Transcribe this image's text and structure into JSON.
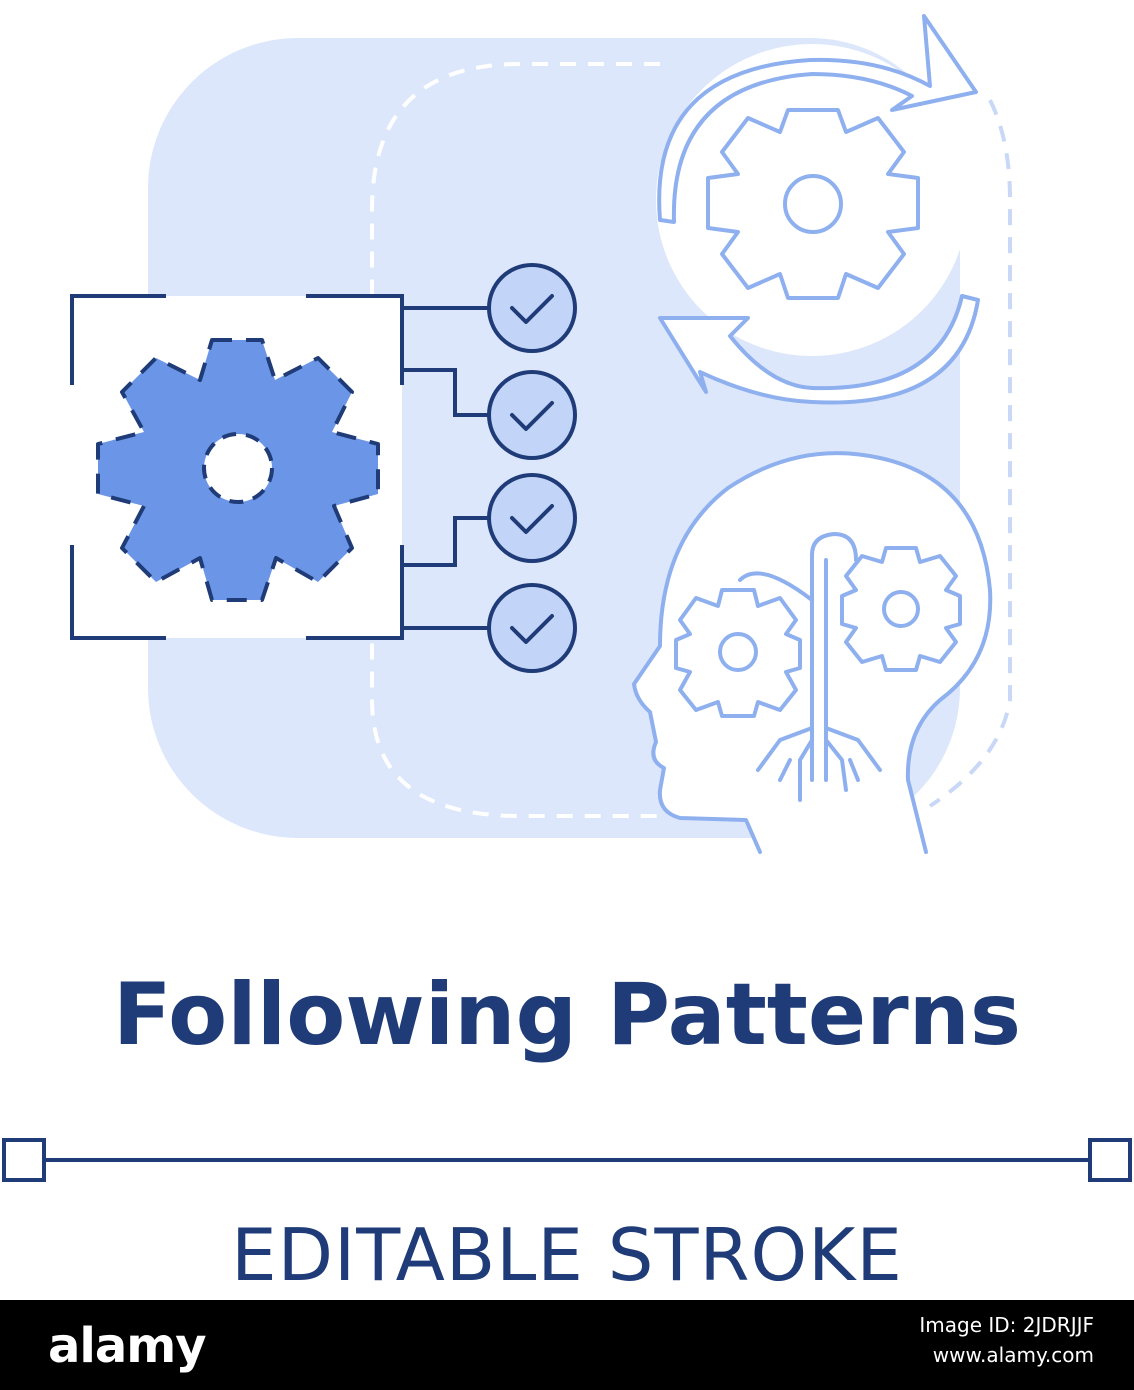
{
  "title": "Following Patterns",
  "subtitle": "EDITABLE STROKE",
  "footer": {
    "logo": "alamy",
    "image_id": "Image ID: 2JDRJJF",
    "url": "www.alamy.com"
  },
  "colors": {
    "dark_navy": "#1f3c78",
    "accent_blue": "#6b95e6",
    "light_blue": "#8fb0ef",
    "pale_blue": "#dde7fb",
    "check_fill": "#c2d4f7"
  },
  "icons": [
    "gear-in-frame-icon",
    "checklist-icon",
    "cycle-gear-icon",
    "head-with-gears-icon"
  ]
}
